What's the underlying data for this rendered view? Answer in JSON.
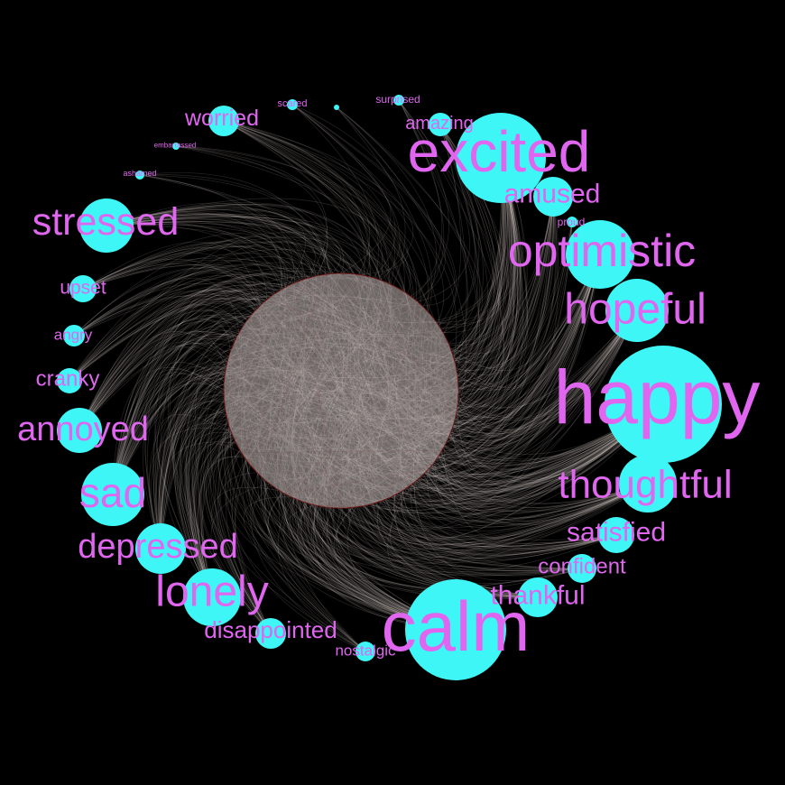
{
  "graph": {
    "colors": {
      "background": "#000000",
      "node": "#3ff6f6",
      "label": "#e066f0",
      "edge": "#f2e4e0",
      "hub_outline": "#6b1010"
    },
    "nodes": [
      {
        "id": "happy",
        "label": "happy"
      },
      {
        "id": "calm",
        "label": "calm"
      },
      {
        "id": "excited",
        "label": "excited"
      },
      {
        "id": "optimistic",
        "label": "optimistic"
      },
      {
        "id": "hopeful",
        "label": "hopeful"
      },
      {
        "id": "thoughtful",
        "label": "thoughtful"
      },
      {
        "id": "stressed",
        "label": "stressed"
      },
      {
        "id": "sad",
        "label": "sad"
      },
      {
        "id": "lonely",
        "label": "lonely"
      },
      {
        "id": "annoyed",
        "label": "annoyed"
      },
      {
        "id": "depressed",
        "label": "depressed"
      },
      {
        "id": "amused",
        "label": "amused"
      },
      {
        "id": "satisfied",
        "label": "satisfied"
      },
      {
        "id": "thankful",
        "label": "thankful"
      },
      {
        "id": "confident",
        "label": "confident"
      },
      {
        "id": "worried",
        "label": "worried"
      },
      {
        "id": "cranky",
        "label": "cranky"
      },
      {
        "id": "disappointed",
        "label": "disappointed"
      },
      {
        "id": "upset",
        "label": "upset"
      },
      {
        "id": "angry",
        "label": "angry"
      },
      {
        "id": "amazing",
        "label": "amazing"
      },
      {
        "id": "nostalgic",
        "label": "nostalgic"
      },
      {
        "id": "surprised",
        "label": "surprised"
      },
      {
        "id": "proud",
        "label": "proud"
      },
      {
        "id": "scared",
        "label": "scared"
      },
      {
        "id": "embarrassed",
        "label": "embarrassed"
      },
      {
        "id": "ashamed",
        "label": "ashamed"
      },
      {
        "id": "unlabeled",
        "label": ""
      }
    ]
  }
}
